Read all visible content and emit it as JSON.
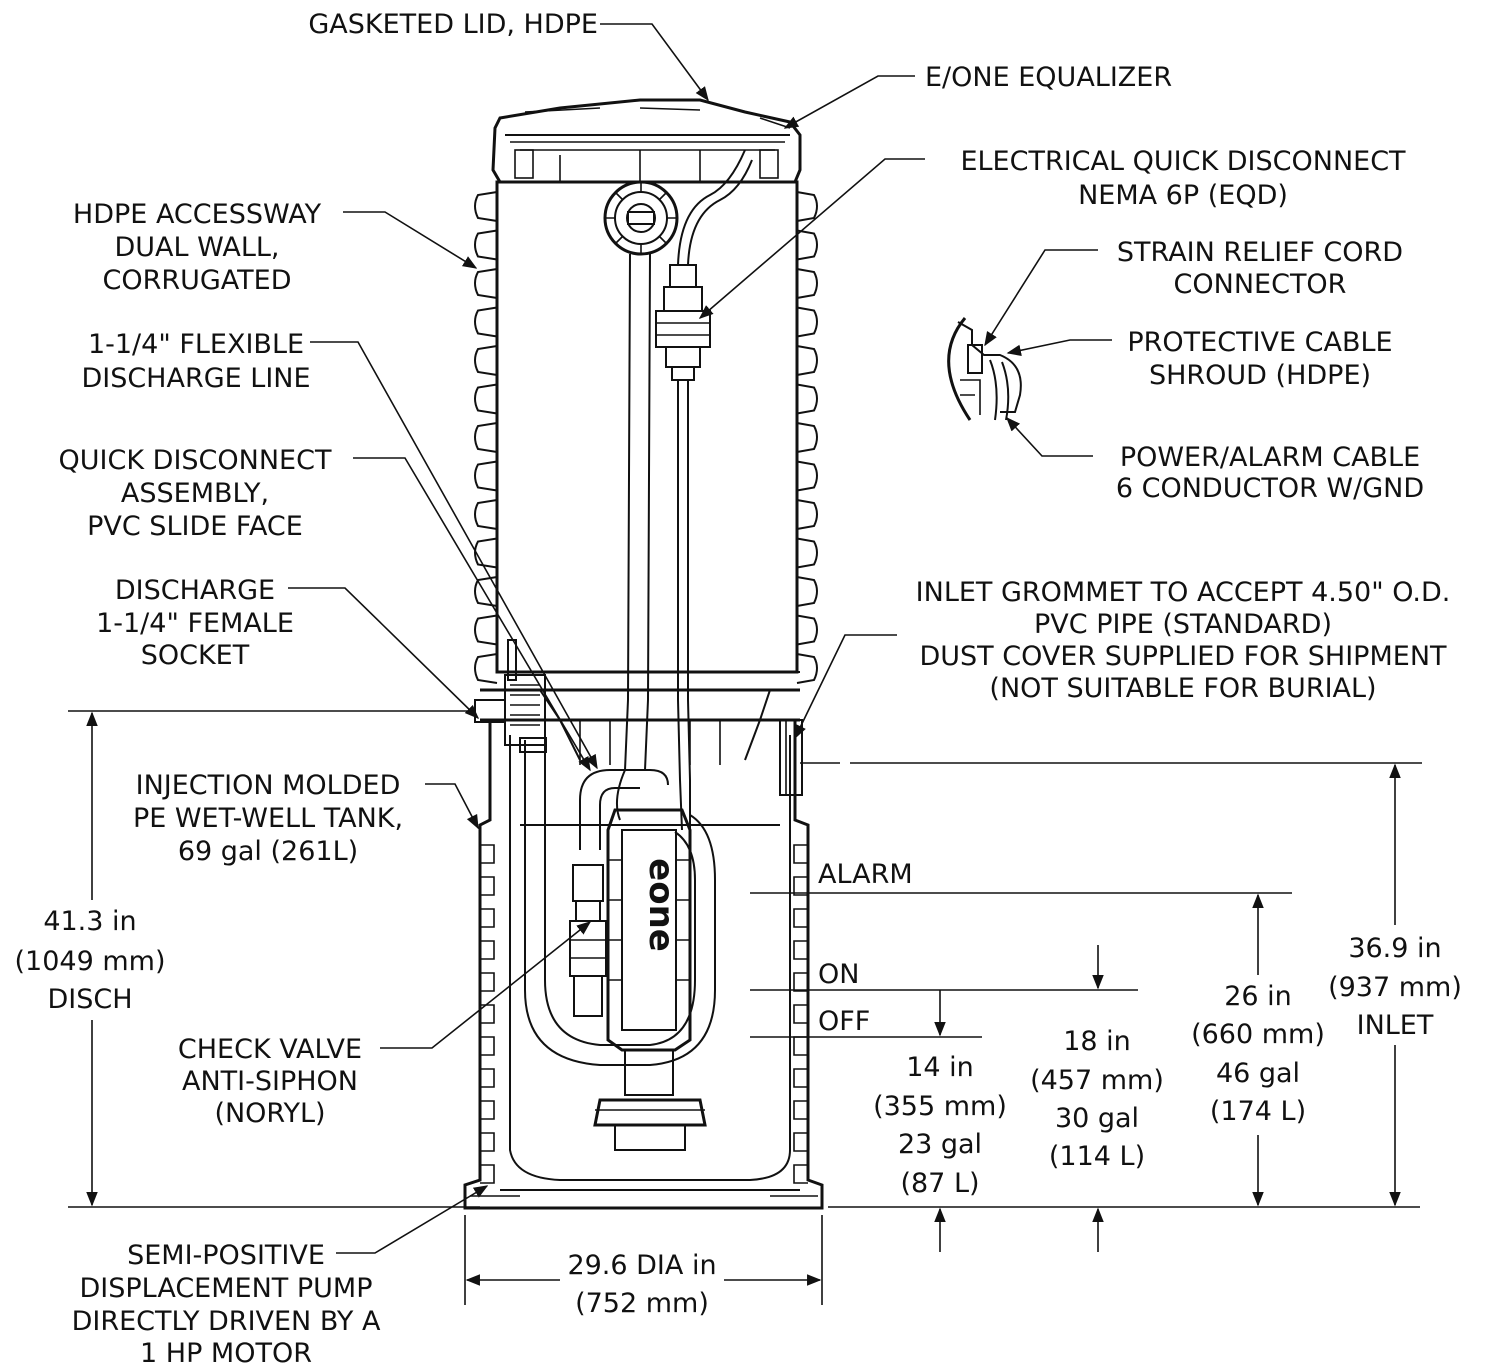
{
  "callouts": {
    "lid": "GASKETED LID, HDPE",
    "equalizer": "E/ONE EQUALIZER",
    "eqd_line1": "ELECTRICAL QUICK DISCONNECT",
    "eqd_line2": "NEMA 6P (EQD)",
    "accessway_line1": "HDPE ACCESSWAY",
    "accessway_line2": "DUAL WALL,",
    "accessway_line3": "CORRUGATED",
    "strain_line1": "STRAIN RELIEF CORD",
    "strain_line2": "CONNECTOR",
    "shroud_line1": "PROTECTIVE CABLE",
    "shroud_line2": "SHROUD (HDPE)",
    "flex_line1": "1-1/4\" FLEXIBLE",
    "flex_line2": "DISCHARGE LINE",
    "cable_line1": "POWER/ALARM CABLE",
    "cable_line2": "6 CONDUCTOR W/GND",
    "qd_line1": "QUICK DISCONNECT",
    "qd_line2": "ASSEMBLY,",
    "qd_line3": "PVC SLIDE FACE",
    "discharge_line1": "DISCHARGE",
    "discharge_line2": "1-1/4\" FEMALE",
    "discharge_line3": "SOCKET",
    "inlet_line1": "INLET GROMMET TO ACCEPT 4.50\" O.D.",
    "inlet_line2": "PVC PIPE (STANDARD)",
    "inlet_line3": "DUST COVER SUPPLIED FOR SHIPMENT",
    "inlet_line4": "(NOT SUITABLE FOR BURIAL)",
    "tank_line1": "INJECTION MOLDED",
    "tank_line2": "PE WET-WELL TANK,",
    "tank_line3": "69 gal (261L)",
    "check_line1": "CHECK VALVE",
    "check_line2": "ANTI-SIPHON",
    "check_line3": "(NORYL)",
    "pump_line1": "SEMI-POSITIVE",
    "pump_line2": "DISPLACEMENT PUMP",
    "pump_line3": "DIRECTLY DRIVEN BY A",
    "pump_line4": "1 HP MOTOR"
  },
  "levels": {
    "alarm": "ALARM",
    "on": "ON",
    "off": "OFF"
  },
  "dimensions": {
    "disch": {
      "line1": "41.3 in",
      "line2": "(1049 mm)",
      "line3": "DISCH"
    },
    "inlet": {
      "line1": "36.9 in",
      "line2": "(937 mm)",
      "line3": "INLET"
    },
    "alarm": {
      "line1": "26 in",
      "line2": "(660 mm)",
      "line3": "46 gal",
      "line4": "(174 L)"
    },
    "on": {
      "line1": "18 in",
      "line2": "(457 mm)",
      "line3": "30 gal",
      "line4": "(114 L)"
    },
    "off": {
      "line1": "14 in",
      "line2": "(355 mm)",
      "line3": "23 gal",
      "line4": "(87 L)"
    },
    "diameter": {
      "line1": "29.6 DIA in",
      "line2": "(752 mm)"
    }
  },
  "logo": "eone"
}
